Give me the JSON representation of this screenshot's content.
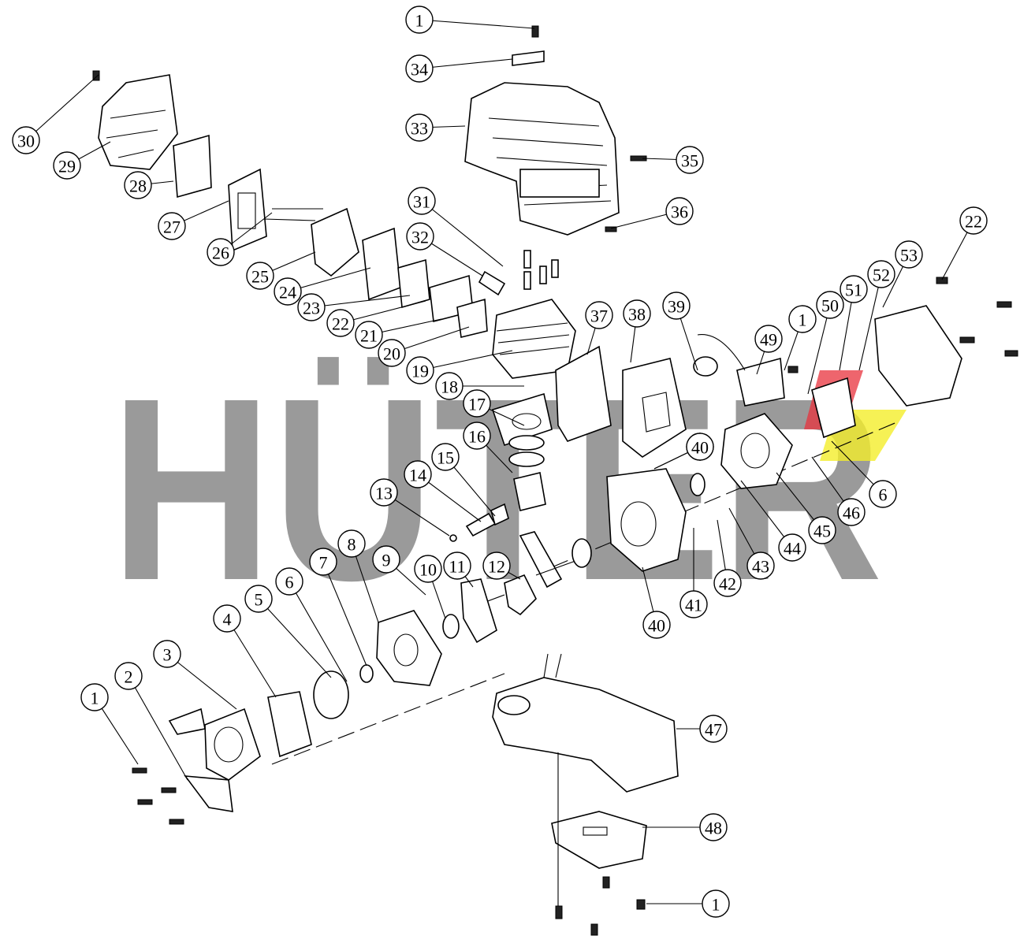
{
  "watermark": {
    "text": "HÜTER",
    "color": "#9a9a9a",
    "accent_colors": [
      "#e8323c",
      "#f4ee2a"
    ]
  },
  "callouts": [
    "1",
    "2",
    "3",
    "4",
    "5",
    "6",
    "7",
    "8",
    "9",
    "10",
    "11",
    "12",
    "13",
    "14",
    "15",
    "16",
    "17",
    "18",
    "19",
    "20",
    "21",
    "22",
    "23",
    "24",
    "25",
    "26",
    "27",
    "28",
    "29",
    "30",
    "31",
    "32",
    "33",
    "34",
    "35",
    "36",
    "37",
    "38",
    "39",
    "40",
    "41",
    "42",
    "43",
    "44",
    "45",
    "46",
    "47",
    "48",
    "49",
    "50",
    "51",
    "52",
    "53"
  ]
}
